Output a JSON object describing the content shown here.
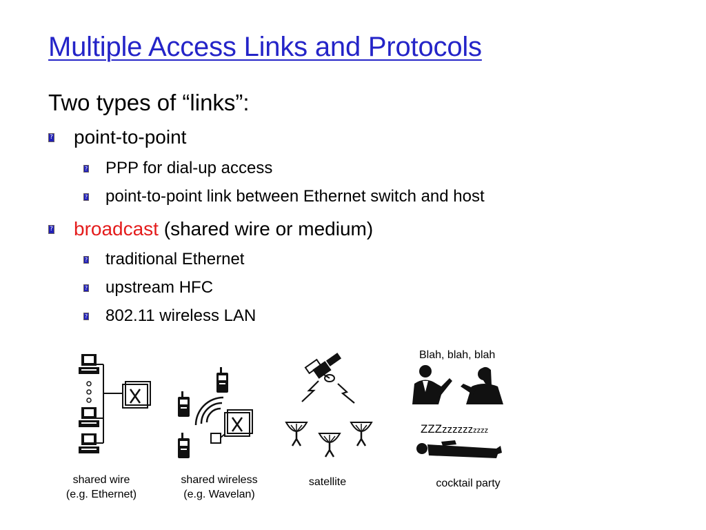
{
  "title": "Multiple Access Links and Protocols",
  "intro": "Two types of “links”:",
  "bullet_glyph": "?",
  "point_to_point": {
    "label": "point-to-point",
    "items": [
      "PPP for dial-up access",
      "point-to-point link between Ethernet switch and host"
    ]
  },
  "broadcast": {
    "label": "broadcast",
    "rest": " (shared wire or medium)",
    "label_color": "#e41c1c",
    "items": [
      "traditional Ethernet",
      "upstream HFC",
      "802.11 wireless LAN"
    ]
  },
  "figures": {
    "shared_wire": {
      "caption_line1": "shared wire",
      "caption_line2": "(e.g. Ethernet)"
    },
    "shared_wireless": {
      "caption_line1": "shared wireless",
      "caption_line2": "(e.g. Wavelan)"
    },
    "satellite": {
      "caption": "satellite"
    },
    "cocktail_party": {
      "caption": "cocktail party",
      "speech_text": "Blah, blah, blah",
      "snore_big": "ZZZ",
      "snore_mid": "zzzzzz",
      "snore_small": "zzzz"
    }
  },
  "colors": {
    "title": "#2424c8",
    "bullet_fill": "#2020b8"
  }
}
